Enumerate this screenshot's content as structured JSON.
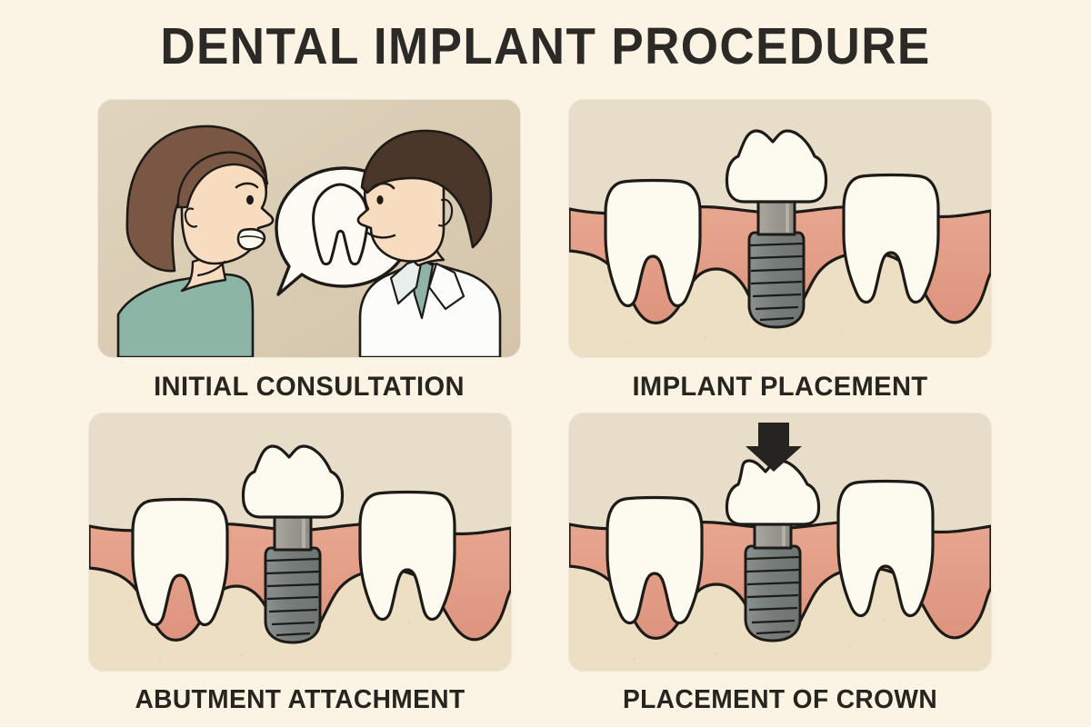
{
  "header": {
    "title": "DENTAL IMPLANT PROCEDURE"
  },
  "theme": {
    "page_background": "#fbf3e3",
    "panel_background": "#ddd0b8",
    "panel_background_light": "#e8ddc8",
    "bone_color": "#eddfc4",
    "gum_color": "#e59d86",
    "tooth_color": "#fdfaef",
    "outline_color": "#1d1b17",
    "implant_screw_color": "#7d8382",
    "abutment_color": "#9a9890",
    "title_color": "#2b2a27",
    "caption_color": "#26251f",
    "hair_woman": "#7a5744",
    "hair_dentist": "#4a3729",
    "skin": "#f7dcc0",
    "shirt_woman": "#8db5a5",
    "coat_dentist": "#fcfcfa",
    "shirt_dentist": "#8fb3a8",
    "arrow_color": "#262421"
  },
  "panels": [
    {
      "id": "initial-consultation",
      "step": 1,
      "caption": "INITIAL CONSULTATION",
      "scene": "patient-and-dentist-conversation",
      "elements": [
        "woman-patient-profile",
        "speech-bubble-with-tooth",
        "dentist-profile-in-lab-coat"
      ]
    },
    {
      "id": "implant-placement",
      "step": 2,
      "caption": "IMPLANT PLACEMENT",
      "scene": "gum-cross-section",
      "elements": [
        "natural-tooth-left",
        "implant-screw",
        "abutment",
        "crown-seated",
        "natural-tooth-right",
        "gum-tissue",
        "jaw-bone"
      ]
    },
    {
      "id": "abutment-attachment",
      "step": 3,
      "caption": "ABUTMENT ATTACHMENT",
      "scene": "gum-cross-section",
      "elements": [
        "natural-tooth-left",
        "implant-screw",
        "abutment",
        "crown-seated",
        "natural-tooth-right",
        "gum-tissue",
        "jaw-bone"
      ]
    },
    {
      "id": "placement-of-crown",
      "step": 4,
      "caption": "PLACEMENT OF CROWN",
      "scene": "gum-cross-section-with-arrow",
      "elements": [
        "down-arrow",
        "natural-tooth-left",
        "implant-screw",
        "abutment",
        "crown-detached",
        "natural-tooth-right",
        "gum-tissue",
        "jaw-bone"
      ]
    }
  ]
}
